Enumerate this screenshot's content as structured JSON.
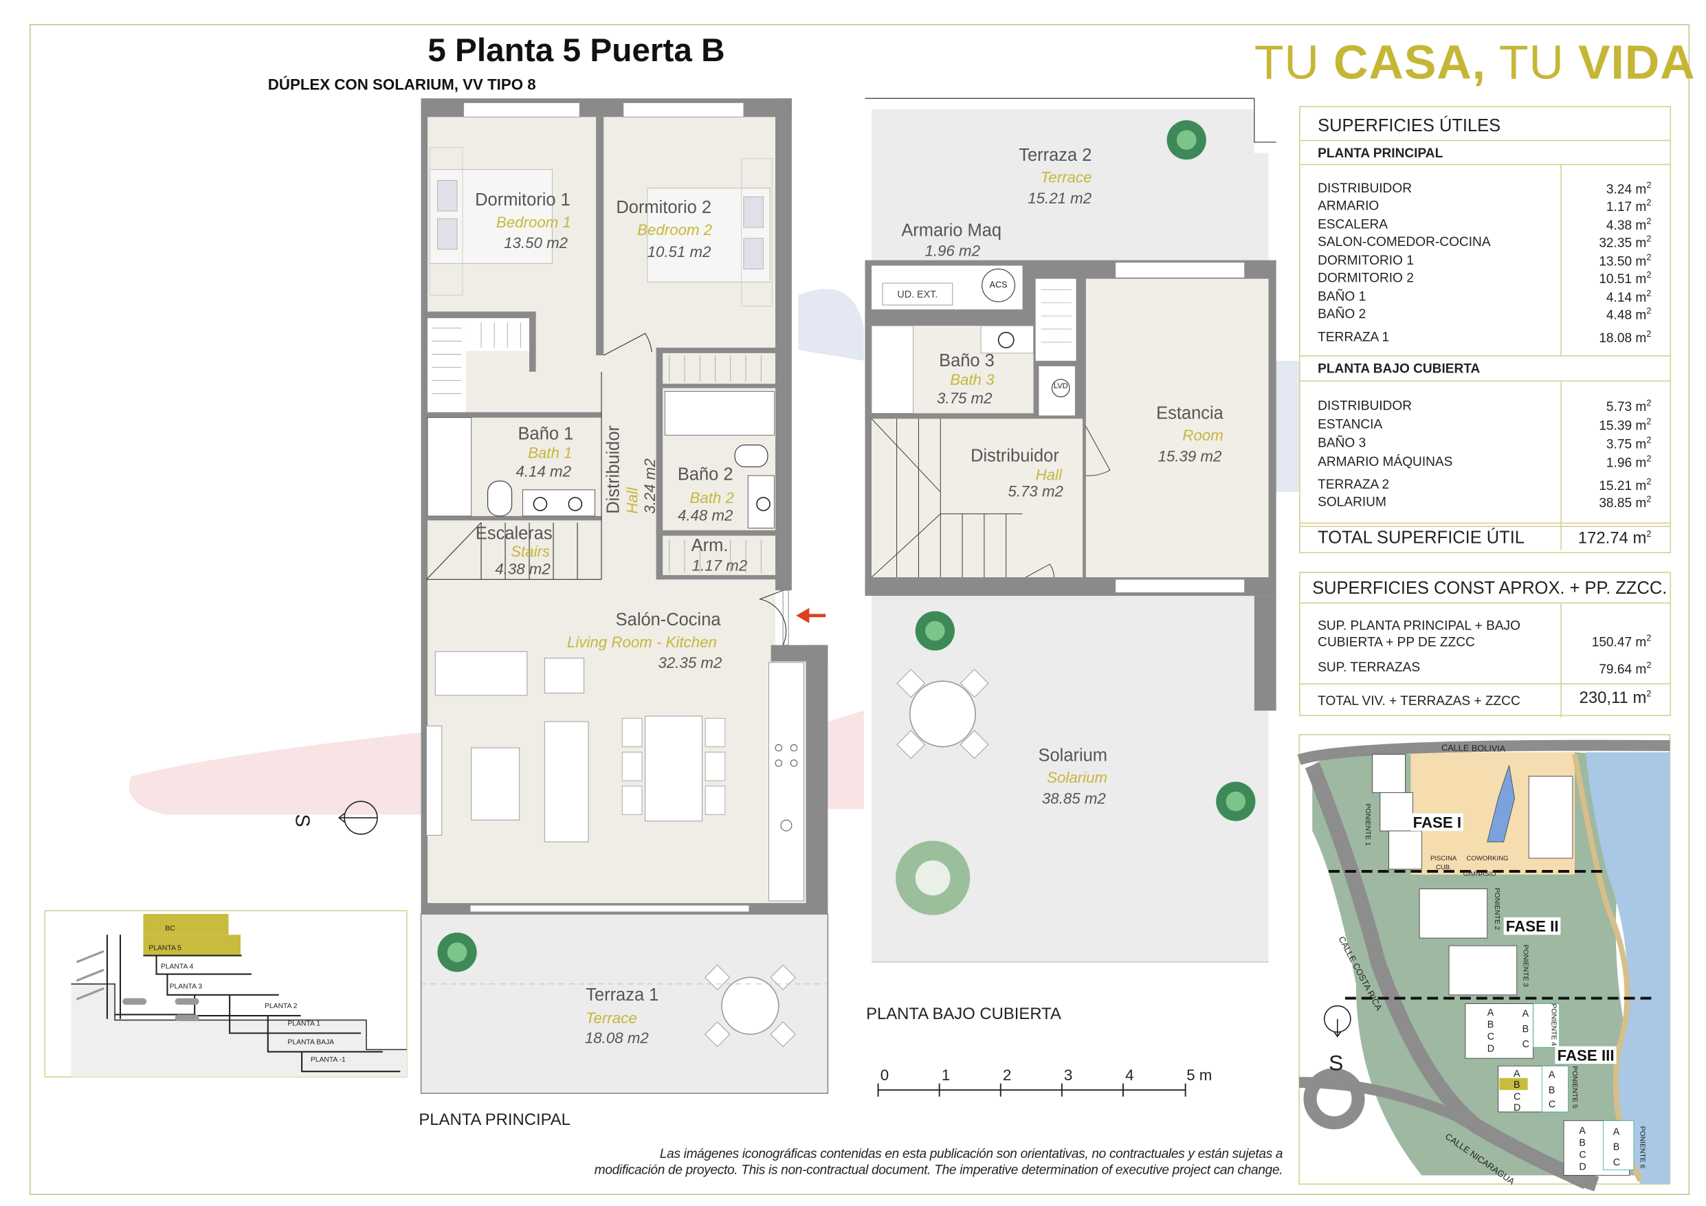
{
  "header": {
    "title": "5 Planta 5 Puerta B",
    "subtitle": "DÚPLEX CON SOLARIUM, VV TIPO 8",
    "brand": {
      "part1": "TU ",
      "part2": "CASA,",
      "part3": " TU ",
      "part4": "VIDA"
    },
    "brand_color": "#c5b636"
  },
  "planta_principal": {
    "label": "PLANTA PRINCIPAL",
    "rooms": {
      "dormitorio1": {
        "name": "Dormitorio 1",
        "en": "Bedroom 1",
        "area": "13.50 m2"
      },
      "dormitorio2": {
        "name": "Dormitorio 2",
        "en": "Bedroom 2",
        "area": "10.51 m2"
      },
      "bano1": {
        "name": "Baño 1",
        "en": "Bath 1",
        "area": "4.14 m2"
      },
      "distribuidor": {
        "name": "Distribuidor",
        "en": "Hall",
        "area": "3.24 m2"
      },
      "bano2": {
        "name": "Baño 2",
        "en": "Bath 2",
        "area": "4.48 m2"
      },
      "escaleras": {
        "name": "Escaleras",
        "en": "Stairs",
        "area": "4.38 m2"
      },
      "armario": {
        "name": "Arm.",
        "area": "1.17 m2"
      },
      "salon": {
        "name": "Salón-Cocina",
        "en": "Living Room - Kitchen",
        "area": "32.35 m2"
      },
      "terraza1": {
        "name": "Terraza 1",
        "en": "Terrace",
        "area": "18.08 m2"
      }
    },
    "compass_label": "S"
  },
  "planta_bajo_cubierta": {
    "label": "PLANTA BAJO CUBIERTA",
    "rooms": {
      "terraza2": {
        "name": "Terraza 2",
        "en": "Terrace",
        "area": "15.21 m2"
      },
      "armario_maq": {
        "name": "Armario Maq",
        "area": "1.96 m2"
      },
      "ud_ext": "UD. EXT.",
      "acs": "ACS",
      "lvd": "LVD",
      "bano3": {
        "name": "Baño 3",
        "en": "Bath 3",
        "area": "3.75 m2"
      },
      "distribuidor": {
        "name": "Distribuidor",
        "en": "Hall",
        "area": "5.73 m2"
      },
      "estancia": {
        "name": "Estancia",
        "en": "Room",
        "area": "15.39 m2"
      },
      "solarium": {
        "name": "Solarium",
        "en": "Solarium",
        "area": "38.85 m2"
      }
    }
  },
  "scale_bar": {
    "ticks": [
      "0",
      "1",
      "2",
      "3",
      "4",
      "5 m"
    ]
  },
  "superficies_utiles": {
    "title": "SUPERFICIES ÚTILES",
    "principal": {
      "title": "PLANTA PRINCIPAL",
      "items": [
        {
          "label": "DISTRIBUIDOR",
          "value": "3.24"
        },
        {
          "label": "ARMARIO",
          "value": "1.17"
        },
        {
          "label": "ESCALERA",
          "value": "4.38"
        },
        {
          "label": "SALON-COMEDOR-COCINA",
          "value": "32.35"
        },
        {
          "label": "DORMITORIO 1",
          "value": "13.50"
        },
        {
          "label": "DORMITORIO 2",
          "value": "10.51"
        },
        {
          "label": "BAÑO 1",
          "value": "4.14"
        },
        {
          "label": "BAÑO 2",
          "value": "4.48"
        },
        {
          "label": "TERRAZA 1",
          "value": "18.08"
        }
      ]
    },
    "bajo_cubierta": {
      "title": "PLANTA BAJO CUBIERTA",
      "items": [
        {
          "label": "DISTRIBUIDOR",
          "value": "5.73"
        },
        {
          "label": "ESTANCIA",
          "value": "15.39"
        },
        {
          "label": "BAÑO 3",
          "value": "3.75"
        },
        {
          "label": "ARMARIO MÁQUINAS",
          "value": "1.96"
        },
        {
          "label": "TERRAZA 2",
          "value": "15.21"
        },
        {
          "label": "SOLARIUM",
          "value": "38.85"
        }
      ]
    },
    "unit": "m",
    "total_label": "TOTAL SUPERFICIE ÚTIL",
    "total_value": "172.74"
  },
  "superficies_const": {
    "title": "SUPERFICIES CONST APROX. + PP. ZZCC.",
    "items": [
      {
        "label_line1": "SUP. PLANTA PRINCIPAL + BAJO",
        "label_line2": "CUBIERTA + PP DE ZZCC",
        "value": "150.47"
      },
      {
        "label_line1": "SUP. TERRAZAS",
        "value": "79.64"
      }
    ],
    "total_label": "TOTAL VIV. + TERRAZAS + ZZCC",
    "total_value": "230,11"
  },
  "section": {
    "levels": [
      "BC",
      "PLANTA 5",
      "PLANTA 4",
      "PLANTA 3",
      "PLANTA 2",
      "PLANTA 1",
      "PLANTA BAJA",
      "PLANTA -1"
    ],
    "highlight_color": "#c9bb3e"
  },
  "site_map": {
    "streets": [
      "CALLE BOLIVIA",
      "CALLE COSTA RICA",
      "CALLE NICARAGUA"
    ],
    "phases": [
      "FASE I",
      "FASE II",
      "FASE III"
    ],
    "amenities": [
      "PISCINA",
      "CUB.",
      "COWORKING",
      "GIMNASIO"
    ],
    "buildings": [
      "PONIENTE 1",
      "PONIENTE 2",
      "PONIENTE 3",
      "PONIENTE 4",
      "PONIENTE 5",
      "PONIENTE 6"
    ],
    "doors_left": [
      "A",
      "B",
      "C",
      "D"
    ],
    "doors_right": [
      "A",
      "B",
      "C"
    ],
    "compass_label": "S",
    "highlight_door": "B"
  },
  "footer": {
    "line1": "Las imágenes iconográficas contenidas en esta publicación son orientativas, no contractuales y están sujetas a",
    "line2": "modificación de proyecto. This is non-contractual document. The imperative determination of executive project can change."
  }
}
